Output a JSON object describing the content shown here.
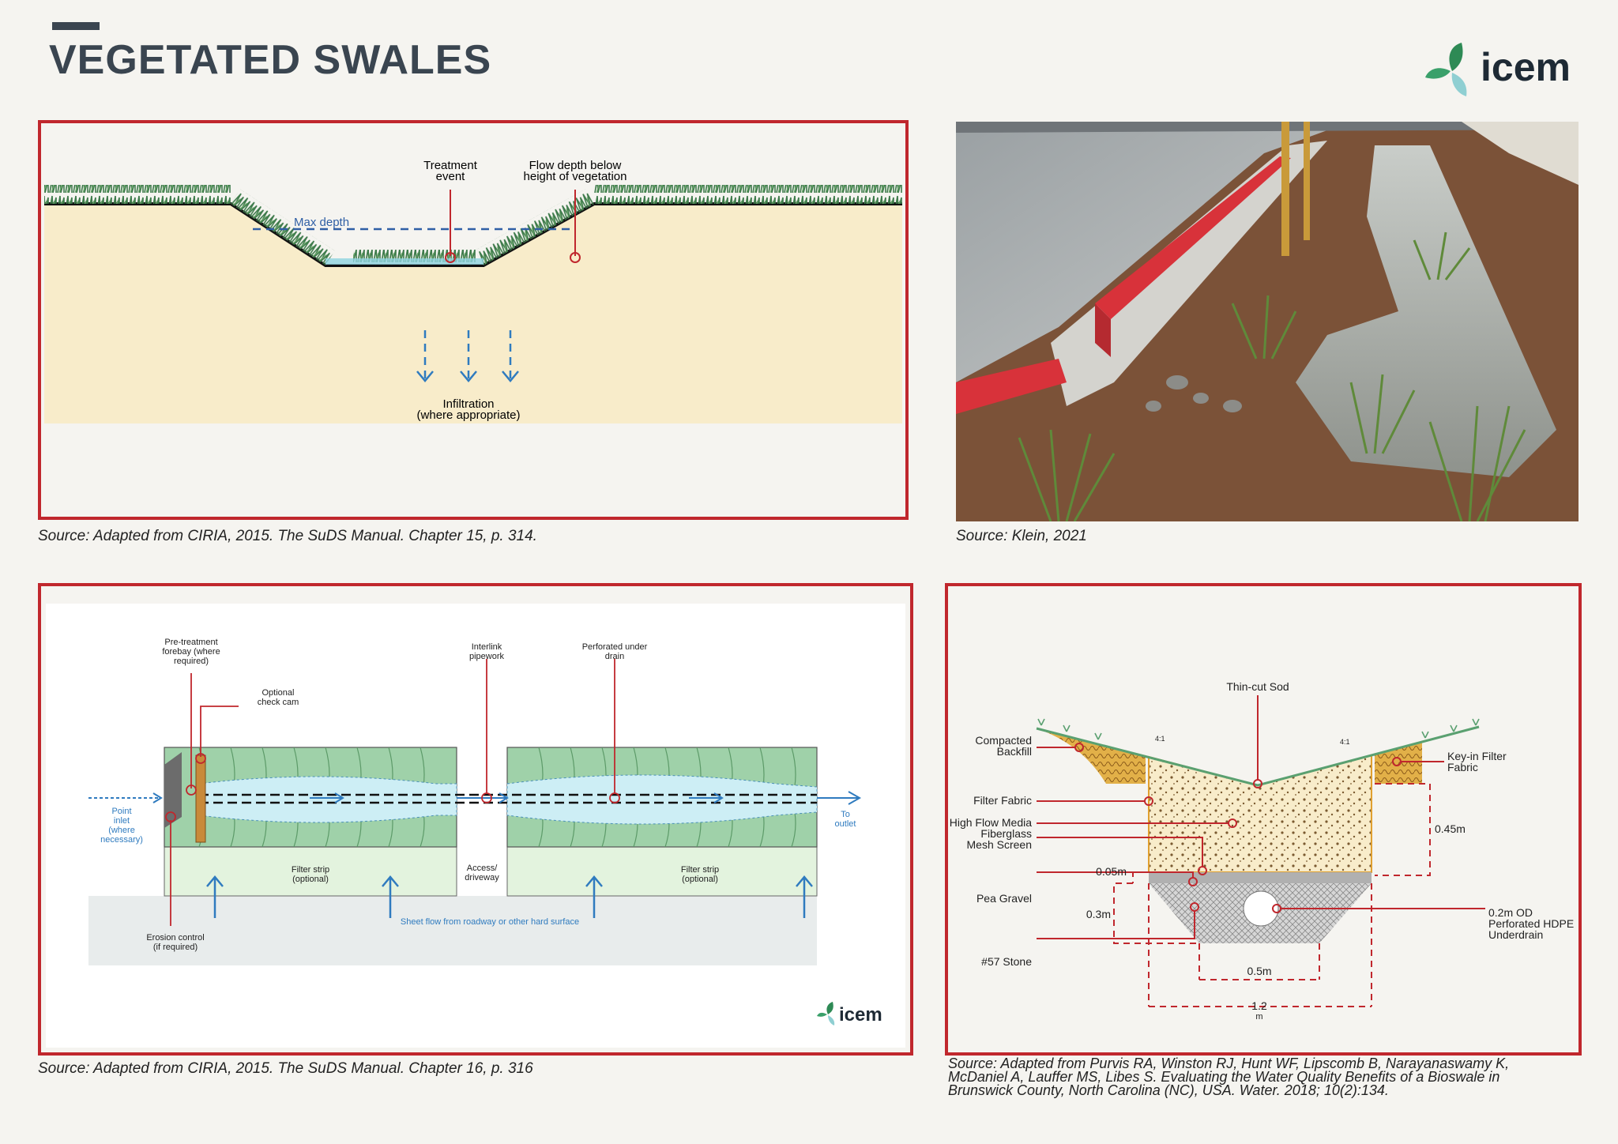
{
  "page": {
    "title": "VEGETATED SWALES"
  },
  "logo": {
    "text": "icem"
  },
  "panel_tl": {
    "label_treatment": "Treatment event",
    "label_treatment_1": "Treatment",
    "label_treatment_2": "event",
    "label_flow_1": "Flow depth below",
    "label_flow_2": "height of vegetation",
    "label_maxdepth": "Max depth",
    "label_infil_1": "Infiltration",
    "label_infil_2": "(where appropriate)",
    "source": "Source: Adapted from CIRIA, 2015. The SuDS Manual. Chapter 15, p. 314."
  },
  "panel_tr": {
    "source": "Source: Klein, 2021"
  },
  "panel_bl": {
    "pretreat_1": "Pre-treatment",
    "pretreat_2": "forebay (where",
    "pretreat_3": "required)",
    "checkcam_1": "Optional",
    "checkcam_2": "check cam",
    "interlink_1": "Interlink",
    "interlink_2": "pipework",
    "perf_1": "Perforated under",
    "perf_2": "drain",
    "point_1": "Point",
    "point_2": "inlet",
    "point_3": "(where",
    "point_4": "necessary)",
    "outlet_1": "To",
    "outlet_2": "outlet",
    "filter1_1": "Filter strip",
    "filter1_2": "(optional)",
    "filter2_1": "Filter strip",
    "filter2_2": "(optional)",
    "access_1": "Access/",
    "access_2": "driveway",
    "erosion_1": "Erosion control",
    "erosion_2": "(if required)",
    "sheetflow": "Sheet flow from roadway or other hard surface",
    "logo_text": "icem",
    "source": "Source: Adapted from CIRIA, 2015. The SuDS Manual. Chapter 16, p. 316"
  },
  "panel_br": {
    "sod": "Thin-cut Sod",
    "ratio_l": "4:1",
    "ratio_r": "4:1",
    "compacted_1": "Compacted",
    "compacted_2": "Backfill",
    "keyin_1": "Key-in Filter",
    "keyin_2": "Fabric",
    "filter_fabric": "Filter Fabric",
    "high_flow": "High Flow Media",
    "fiberglass_1": "Fiberglass",
    "fiberglass_2": "Mesh Screen",
    "d045": "0.45m",
    "d005": "0.05m",
    "pea": "Pea Gravel",
    "d03": "0.3m",
    "pipe_1": "0.2m OD",
    "pipe_2": "Perforated HDPE",
    "pipe_3": "Underdrain",
    "stone": "#57 Stone",
    "d05": "0.5m",
    "d12_1": "1.2",
    "d12_2": "m",
    "source_1": "Source: Adapted from Purvis RA, Winston RJ, Hunt WF, Lipscomb B, Narayanaswamy K,",
    "source_2": "McDaniel A, Lauffer MS, Libes S. Evaluating the Water Quality Benefits of a Bioswale in",
    "source_3": "Brunswick County, North Carolina (NC), USA. Water. 2018; 10(2):134."
  },
  "colors": {
    "accent": "#c0272d",
    "title": "#3a4550",
    "blue": "#2f7bbf",
    "soil": "#f8ecca",
    "green": "#8ecfa6"
  }
}
